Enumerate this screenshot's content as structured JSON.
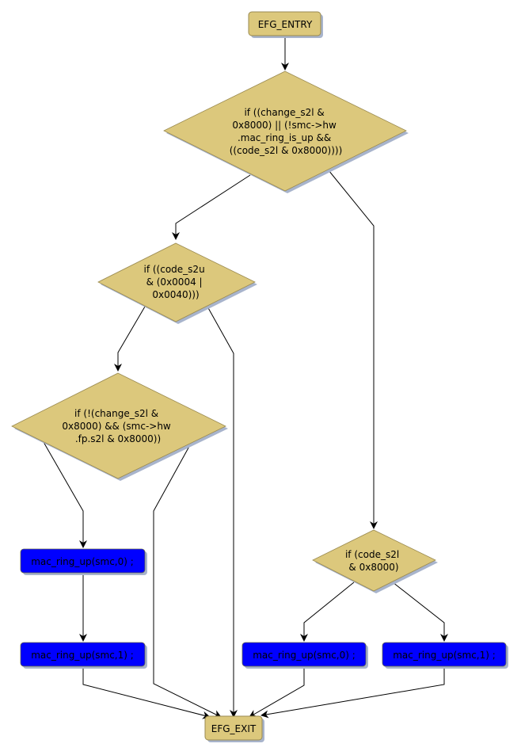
{
  "diagram": {
    "colors": {
      "decision_fill": "#dcc87c",
      "decision_stroke": "#9a8a50",
      "statement_fill": "#0000ff",
      "terminal_fill": "#dcc87c",
      "shadow": "#a8b4cc",
      "edge": "#000000"
    },
    "nodes": {
      "entry": {
        "label": "EFG_ENTRY"
      },
      "d1": {
        "lines": [
          "if ((change_s2l &",
          "0x8000) || (!smc->hw",
          ".mac_ring_is_up &&",
          "((code_s2l & 0x8000))))"
        ]
      },
      "d2": {
        "lines": [
          "if ((code_s2u",
          "& (0x0004 |",
          "0x0040)))"
        ]
      },
      "d3": {
        "lines": [
          "if (!(change_s2l &",
          "0x8000) && (smc->hw",
          ".fp.s2l & 0x8000))"
        ]
      },
      "d4": {
        "lines": [
          "if (code_s2l",
          "& 0x8000)"
        ]
      },
      "s1": {
        "label": "mac_ring_up(smc,0) ;"
      },
      "s2": {
        "label": "mac_ring_up(smc,1) ;"
      },
      "s3": {
        "label": "mac_ring_up(smc,0) ;"
      },
      "s4": {
        "label": "mac_ring_up(smc,1) ;"
      },
      "exit": {
        "label": "EFG_EXIT"
      }
    },
    "edges": [
      {
        "from": "entry",
        "to": "d1"
      },
      {
        "from": "d1",
        "to": "d2"
      },
      {
        "from": "d1",
        "to": "d4"
      },
      {
        "from": "d2",
        "to": "d3"
      },
      {
        "from": "d2",
        "to": "exit"
      },
      {
        "from": "d3",
        "to": "s1"
      },
      {
        "from": "d3",
        "to": "exit"
      },
      {
        "from": "s1",
        "to": "s2"
      },
      {
        "from": "s2",
        "to": "exit"
      },
      {
        "from": "d4",
        "to": "s3"
      },
      {
        "from": "d4",
        "to": "s4"
      },
      {
        "from": "s3",
        "to": "exit"
      },
      {
        "from": "s4",
        "to": "exit"
      }
    ]
  }
}
